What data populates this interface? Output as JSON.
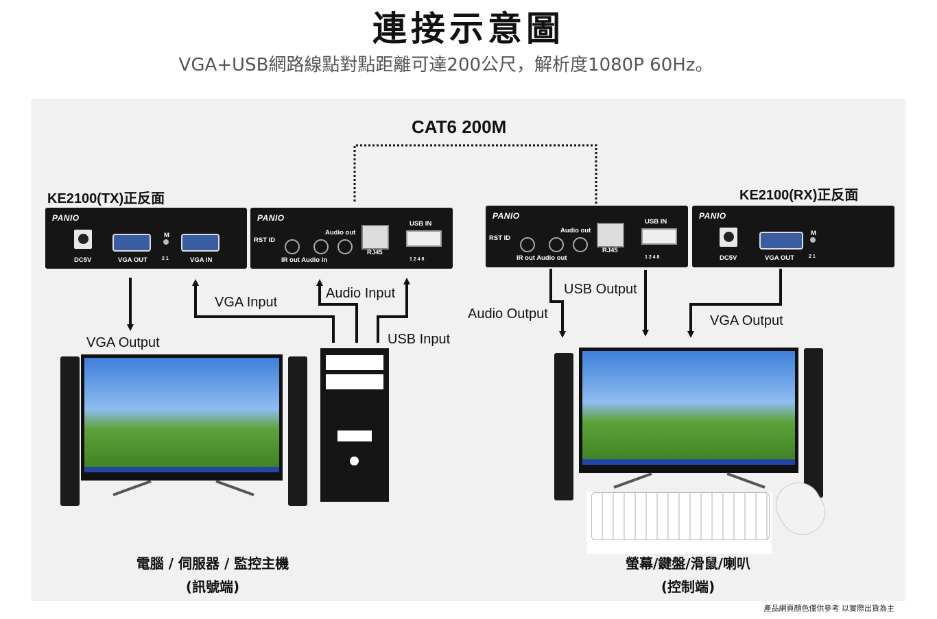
{
  "title": "連接示意圖",
  "subtitle": "VGA+USB網路線點對點距離可達200公尺，解析度1080P 60Hz。",
  "cable_label": "CAT6 200M",
  "tx_title": "KE2100(TX)正反面",
  "rx_title": "KE2100(RX)正反面",
  "brand": "PANIO",
  "tx_front": {
    "dc": "DC5V",
    "vga_out": "VGA OUT",
    "m": "M",
    "dip": "2  1",
    "vga_in": "VGA IN"
  },
  "tx_back": {
    "rst_id": "RST  ID",
    "audio_out": "Audio out",
    "ir_audio": "IR out  Audio in",
    "rj45": "RJ45",
    "usb_in": "USB IN",
    "nums": "1   2   4   8"
  },
  "rx_back": {
    "rst_id": "RST  ID",
    "audio_out": "Audio out",
    "ir_audio": "IR out  Audio out",
    "rj45": "RJ45",
    "usb_in": "USB IN",
    "nums": "1   2   4   8"
  },
  "rx_front": {
    "dc": "DC5V",
    "vga_out": "VGA OUT",
    "m": "M",
    "dip": "2  1"
  },
  "flows": {
    "tx_vga_output": "VGA Output",
    "vga_input": "VGA Input",
    "audio_input": "Audio Input",
    "usb_input": "USB Input",
    "audio_output": "Audio Output",
    "usb_output": "USB Output",
    "rx_vga_output": "VGA Output"
  },
  "left_caption": {
    "line1": "電腦 / 伺服器 / 監控主機",
    "line2": "(訊號端)"
  },
  "right_caption": {
    "line1": "螢幕/鍵盤/滑鼠/喇叭",
    "line2": "(控制端)"
  },
  "disclaimer": "產品網頁顏色僅供參考 以實際出貨為主",
  "colors": {
    "panel": "#f1f1f1",
    "device": "#151515",
    "line": "#111111"
  }
}
